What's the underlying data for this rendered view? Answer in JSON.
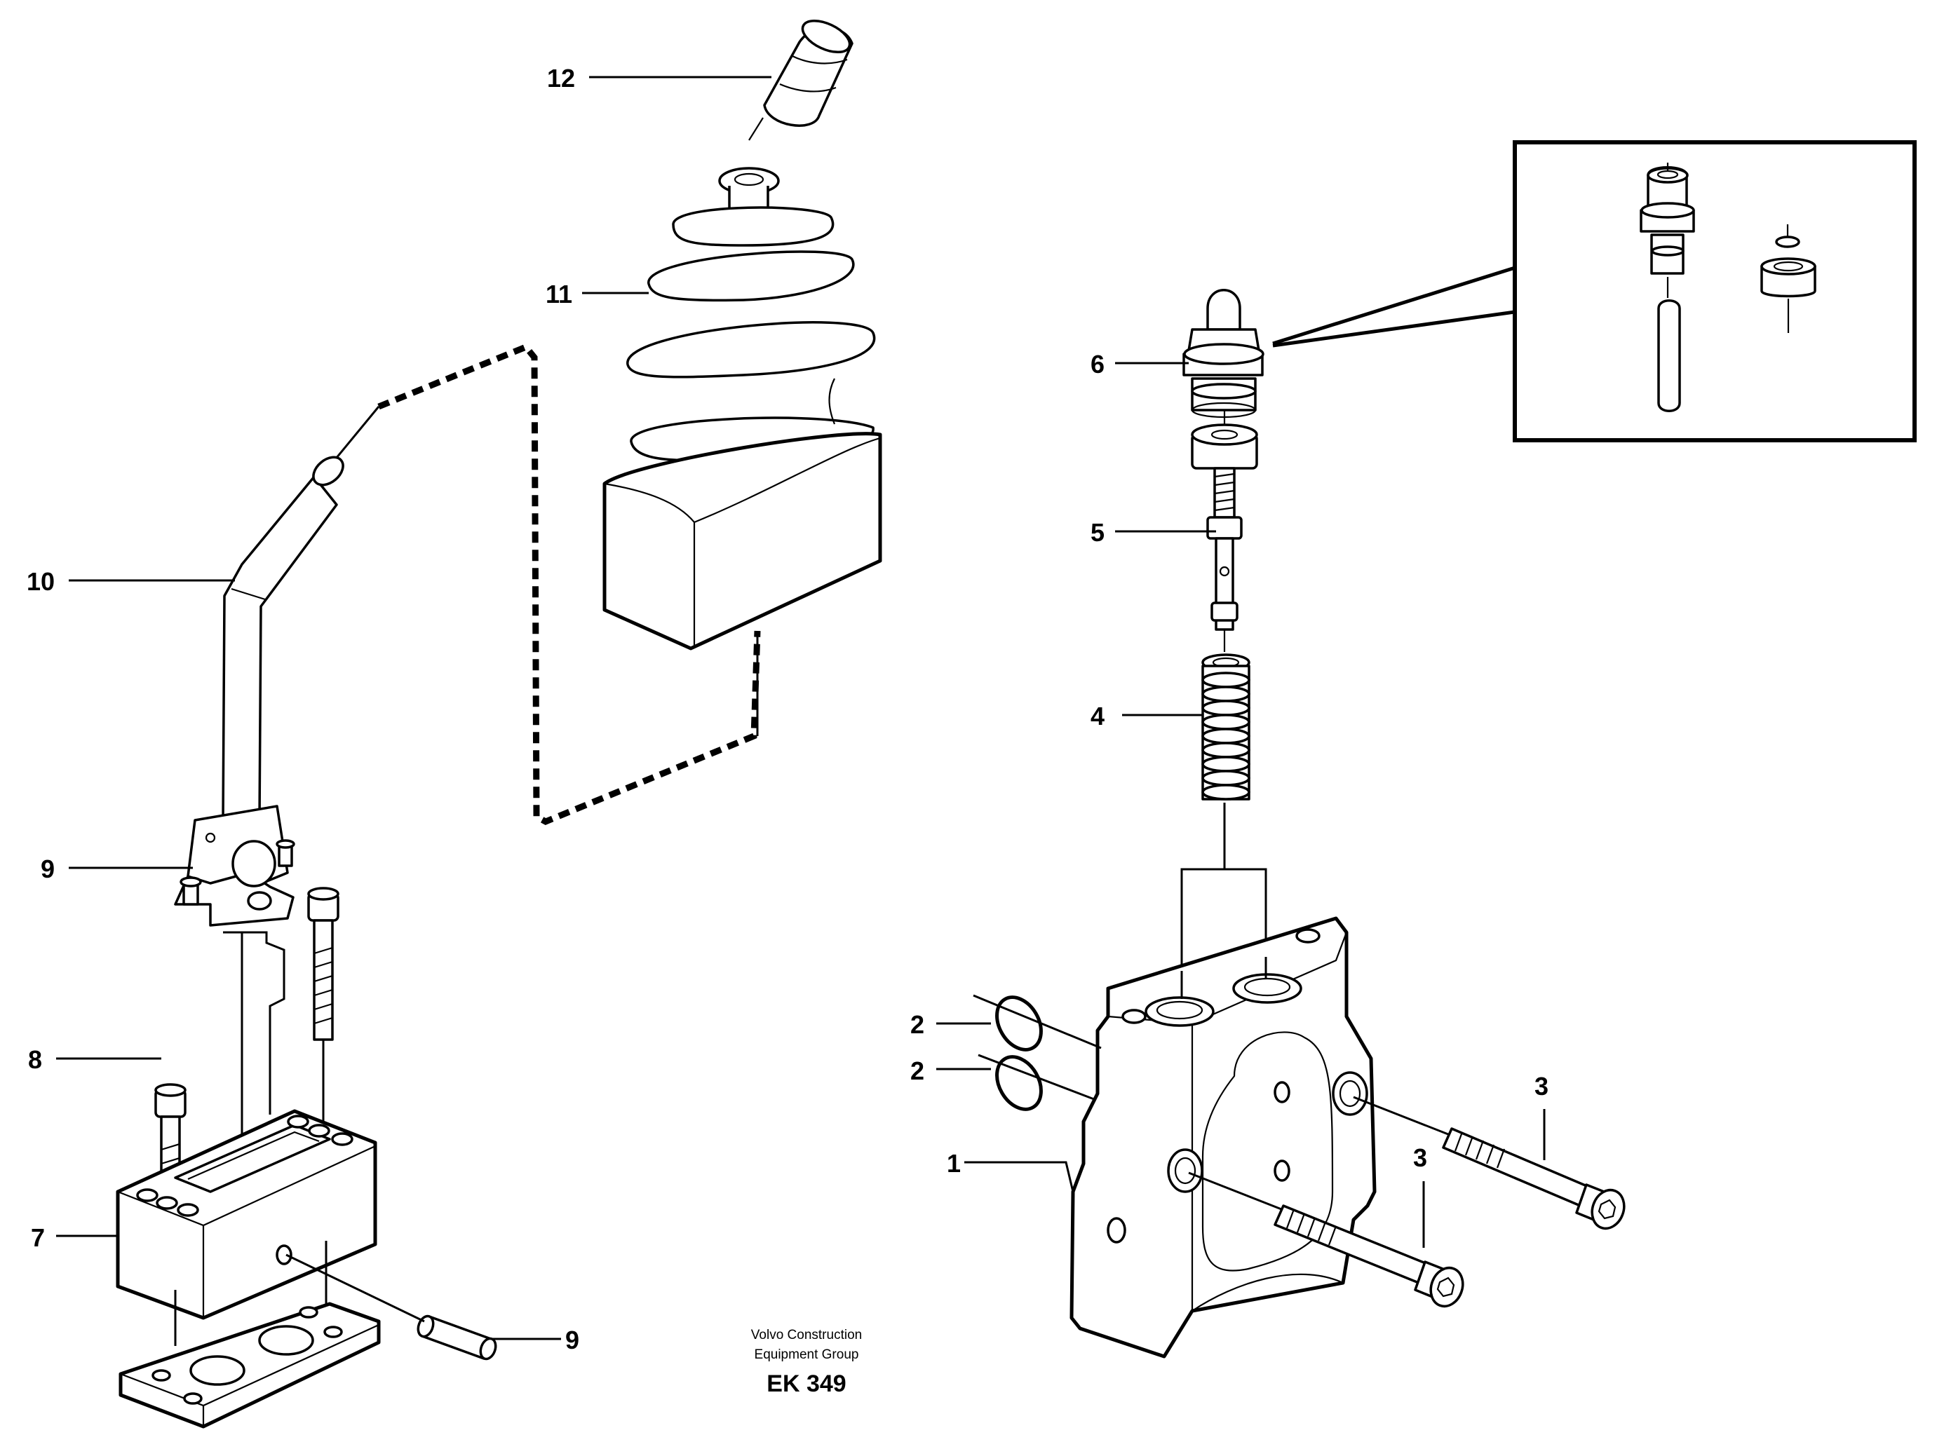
{
  "diagram": {
    "callouts": [
      {
        "id": "label-12",
        "text": "12"
      },
      {
        "id": "label-11",
        "text": "11"
      },
      {
        "id": "label-10",
        "text": "10"
      },
      {
        "id": "label-9-top",
        "text": "9"
      },
      {
        "id": "label-8",
        "text": "8"
      },
      {
        "id": "label-7",
        "text": "7"
      },
      {
        "id": "label-9-bottom",
        "text": "9"
      },
      {
        "id": "label-6",
        "text": "6"
      },
      {
        "id": "label-5",
        "text": "5"
      },
      {
        "id": "label-4",
        "text": "4"
      },
      {
        "id": "label-2-top",
        "text": "2"
      },
      {
        "id": "label-2-bottom",
        "text": "2"
      },
      {
        "id": "label-1",
        "text": "1"
      },
      {
        "id": "label-3-right",
        "text": "3"
      },
      {
        "id": "label-3-left",
        "text": "3"
      }
    ],
    "publisher_line1": "Volvo Construction",
    "publisher_line2": "Equipment Group",
    "drawing_code": "EK 349"
  }
}
